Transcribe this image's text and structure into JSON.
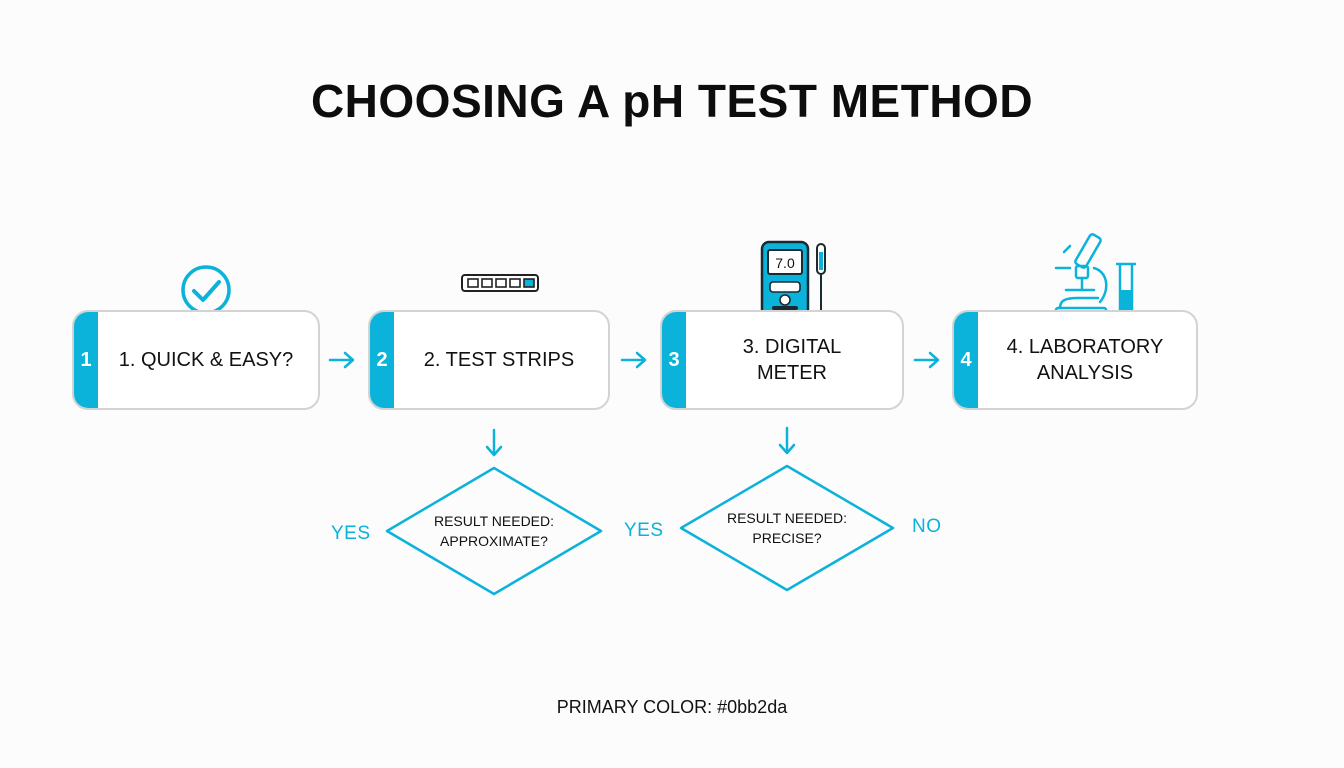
{
  "title": "CHOOSING A pH TEST METHOD",
  "steps": [
    {
      "number": "1",
      "label": "1. QUICK & EASY?",
      "icon": "checkmark-circle-icon"
    },
    {
      "number": "2",
      "label": "2. TEST STRIPS",
      "icon": "test-strip-icon"
    },
    {
      "number": "3",
      "label": "3. DIGITAL\nMETER",
      "icon": "ph-meter-icon"
    },
    {
      "number": "4",
      "label": "4. LABORATORY\nANALYSIS",
      "icon": "microscope-icon"
    }
  ],
  "decisions": [
    {
      "text": "RESULT NEEDED:\nAPPROXIMATE?",
      "left_label": "YES",
      "right_label": "YES"
    },
    {
      "text": "RESULT NEEDED:\nPRECISE?",
      "right_label": "NO"
    }
  ],
  "meter_reading": "7.0",
  "footer": "PRIMARY COLOR: #0bb2da",
  "colors": {
    "primary": "#0bb2da",
    "box_border": "#d3d3d3",
    "text": "#111111"
  }
}
